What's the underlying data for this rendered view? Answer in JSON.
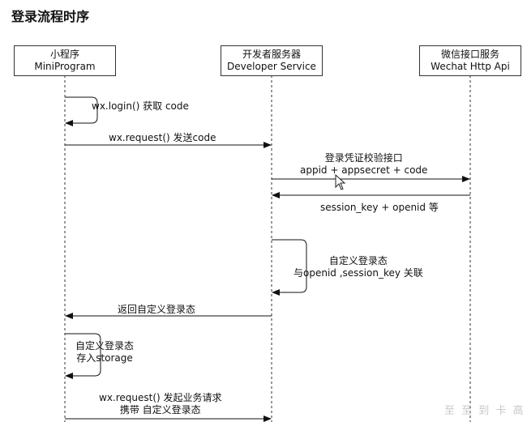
{
  "title": "登录流程时序",
  "actors": [
    {
      "line1": "小程序",
      "line2": "MiniProgram"
    },
    {
      "line1": "开发者服务器",
      "line2": "Developer Service"
    },
    {
      "line1": "微信接口服务",
      "line2": "Wechat Http Api"
    }
  ],
  "messages": {
    "m1": "wx.login() 获取 code",
    "m2": "wx.request() 发送code",
    "m3": {
      "line1": "登录凭证校验接口",
      "line2": "appid + appsecret + code"
    },
    "m4": "session_key + openid 等",
    "m5": {
      "line1": "自定义登录态",
      "line2": "与openid ,session_key 关联"
    },
    "m6": "返回自定义登录态",
    "m7": {
      "line1": "自定义登录态",
      "line2": "存入storage"
    },
    "m8": {
      "line1": "wx.request() 发起业务请求",
      "line2": "携带 自定义登录态"
    }
  },
  "watermark": "至 至 到 卡 高"
}
